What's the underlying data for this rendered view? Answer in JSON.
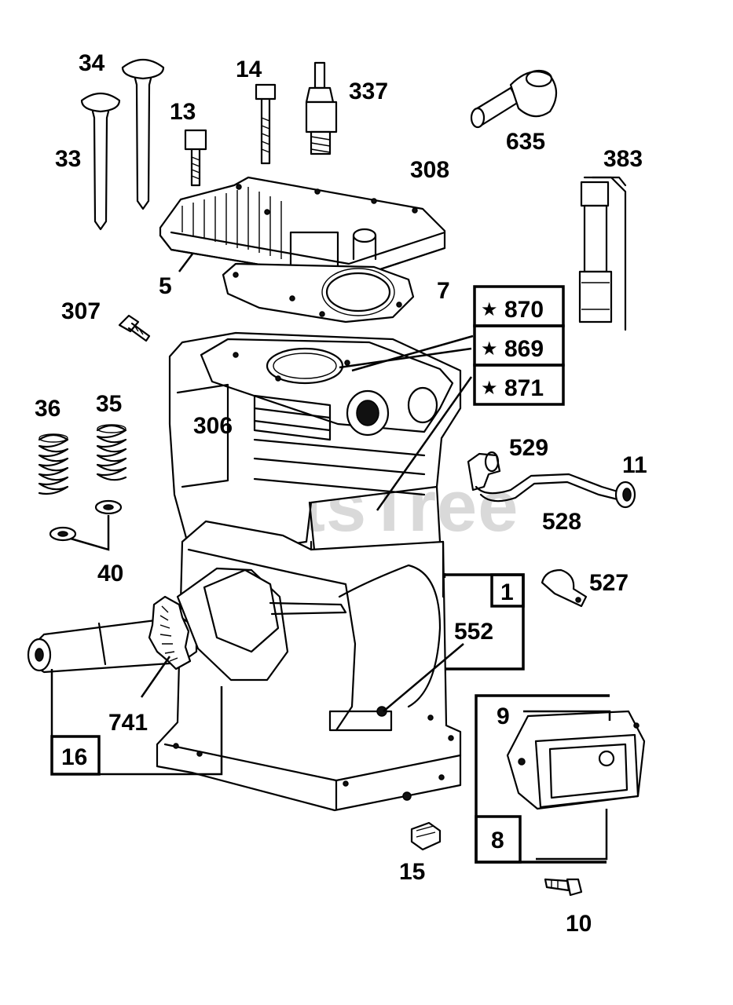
{
  "watermark": "PartsTree",
  "callouts": {
    "c34": "34",
    "c14": "14",
    "c337": "337",
    "c13": "13",
    "c33": "33",
    "c635": "635",
    "c308": "308",
    "c383": "383",
    "c5": "5",
    "c7": "7",
    "c307": "307",
    "c870": "870",
    "c869": "869",
    "c871": "871",
    "c36": "36",
    "c35": "35",
    "c306": "306",
    "c529": "529",
    "c11": "11",
    "c528": "528",
    "c40": "40",
    "c527": "527",
    "c1": "1",
    "c552": "552",
    "c741": "741",
    "c9": "9",
    "c16": "16",
    "c8": "8",
    "c15": "15",
    "c10": "10"
  },
  "star_symbol": "★"
}
